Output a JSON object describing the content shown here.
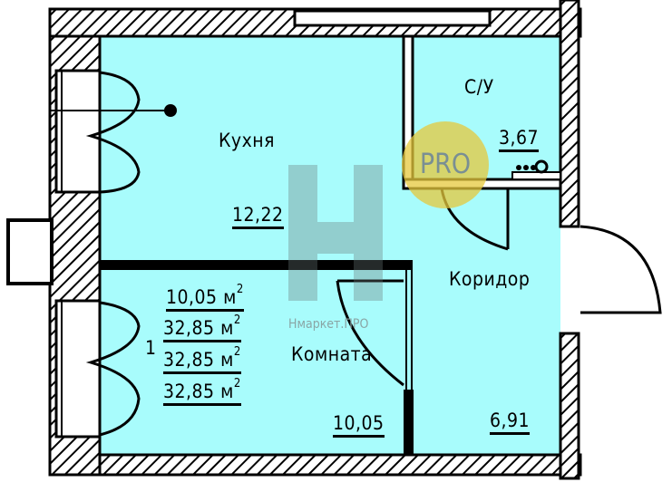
{
  "rooms": [
    {
      "name": "Кухня",
      "area": "12,22"
    },
    {
      "name": "С/У",
      "area": "3,67"
    },
    {
      "name": "Коридор",
      "area": "6,91"
    },
    {
      "name": "Комната",
      "area": "10,05"
    }
  ],
  "summary": {
    "rooms_count": "1",
    "living_area": "10,05 м",
    "total_area_1": "32,85 м",
    "total_area_2": "32,85 м",
    "total_area_3": "32,85 м",
    "unit_sup": "2"
  },
  "watermark": {
    "text": "Нмаркет.ПРО",
    "badge": "PRO",
    "logo_letter": "H"
  },
  "colors": {
    "floor": "#a8fcfc",
    "wall": "#000000",
    "badge": "#e6c83c"
  }
}
